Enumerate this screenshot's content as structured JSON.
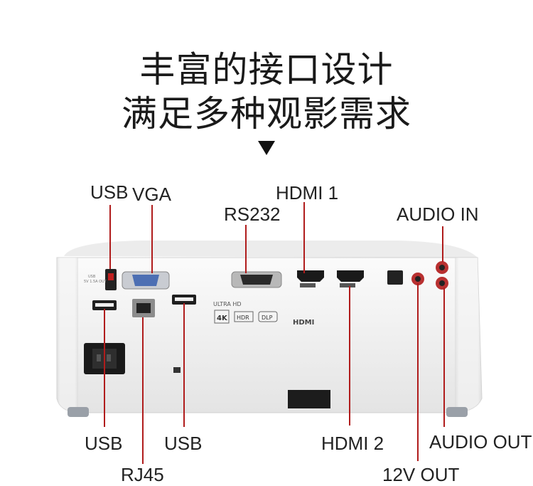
{
  "headline": {
    "line1": "丰富的接口设计",
    "line2": "满足多种观影需求"
  },
  "labels": {
    "usb_top": "USB",
    "vga": "VGA",
    "hdmi1": "HDMI 1",
    "rs232": "RS232",
    "audio_in": "AUDIO IN",
    "usb_bottom_left": "USB",
    "usb_bottom_mid": "USB",
    "rj45": "RJ45",
    "hdmi2": "HDMI 2",
    "audio_out": "AUDIO OUT",
    "out_12v": "12V OUT"
  },
  "panel": {
    "badge_4k": "4K",
    "badge_hdr": "HDR",
    "badge_dlp": "DLP",
    "ultra_hd": "ULTRA HD",
    "hdmi_logo": "HDMI"
  },
  "colors": {
    "accent_line": "#b01c1c",
    "body": "#f2f2f2"
  }
}
